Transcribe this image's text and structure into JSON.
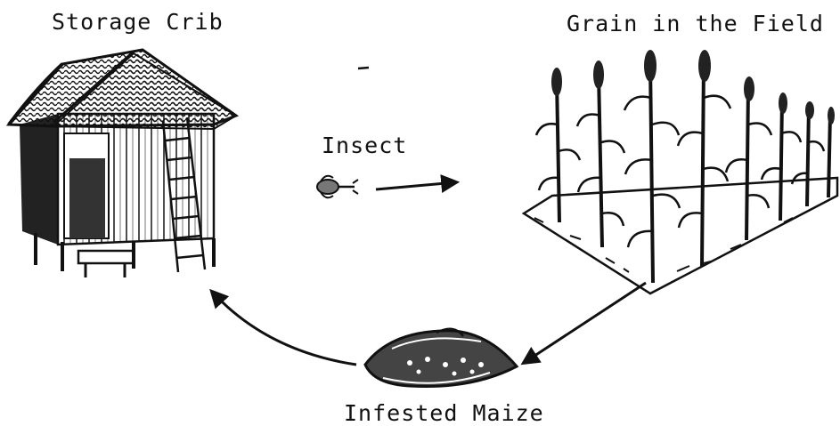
{
  "labels": {
    "storage": "Storage Crib",
    "field": "Grain in the Field",
    "insect": "Insect",
    "maize": "Infested Maize"
  },
  "colors": {
    "ink": "#111111",
    "paper": "#ffffff"
  }
}
